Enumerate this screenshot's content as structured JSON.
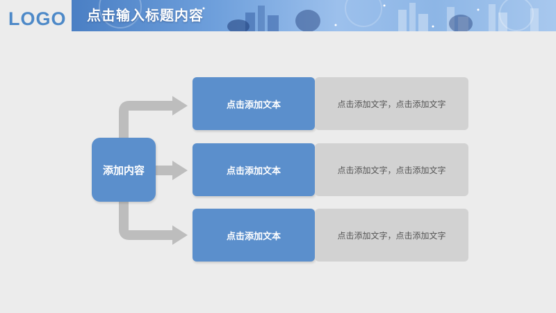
{
  "header": {
    "logo_text": "LOGO",
    "title": "点击输入标题内容"
  },
  "diagram": {
    "hub_label": "添加内容",
    "rows": [
      {
        "label": "点击添加文本",
        "description": "点击添加文字，点击添加文字"
      },
      {
        "label": "点击添加文本",
        "description": "点击添加文字，点击添加文字"
      },
      {
        "label": "点击添加文本",
        "description": "点击添加文字，点击添加文字"
      }
    ]
  },
  "colors": {
    "accent_blue": "#5b8fcc",
    "logo_blue": "#4d89c8",
    "desc_gray": "#d2d2d2",
    "arrow_gray": "#bdbdbd",
    "background": "#ececec"
  }
}
